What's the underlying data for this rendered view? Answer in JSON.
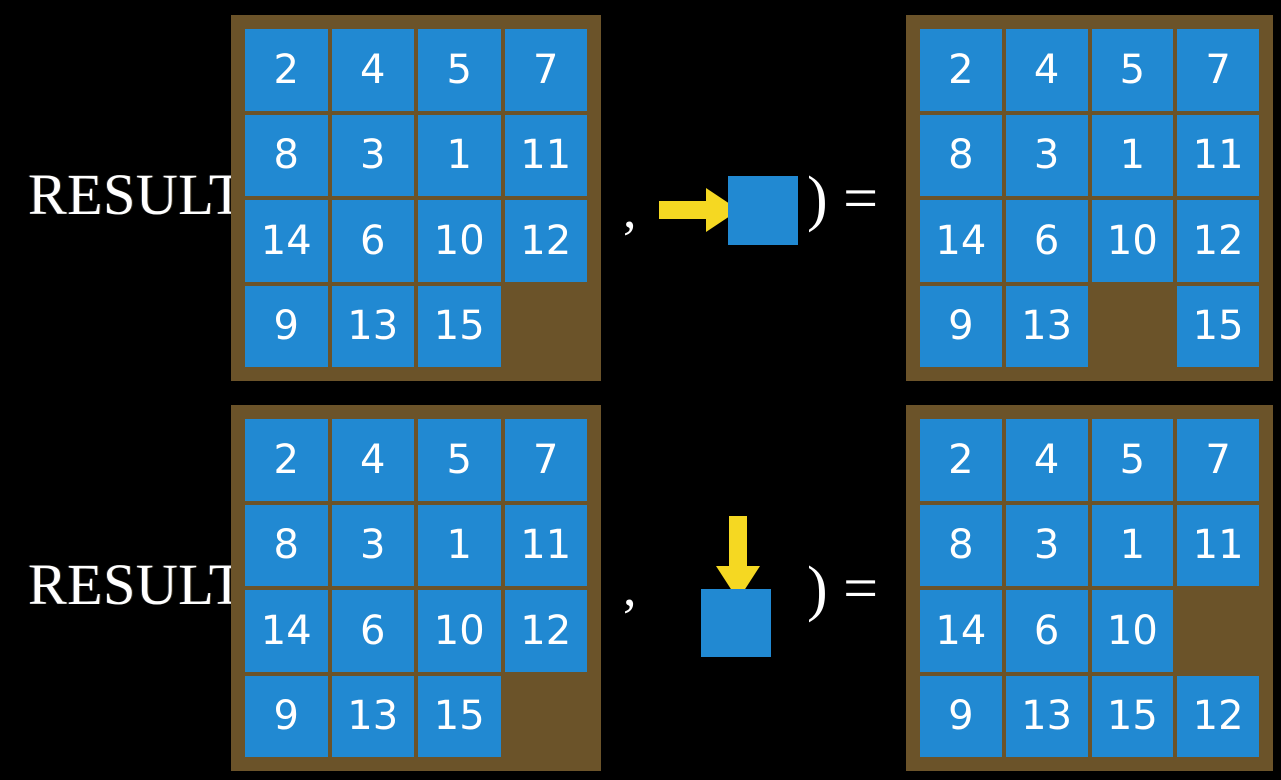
{
  "page": {
    "background_color": "#000000",
    "title_text": "RESULT(",
    "comma": ",",
    "close_paren_equals": ") ="
  },
  "colors": {
    "board_frame": "#6b5329",
    "tile": "#2189d2",
    "tile_text": "#ffffff",
    "arrow": "#f5d822",
    "text": "#ffffff",
    "background": "#000000"
  },
  "rows": [
    {
      "id": "row-1",
      "label": "RESULT(",
      "comma": ",",
      "close": ") =",
      "move": {
        "direction": "right",
        "arrow_icon": "arrow-right-icon",
        "tile_label": ""
      },
      "input_board": {
        "name": "input-board-row-1",
        "rows": 4,
        "cols": 4,
        "cells": [
          [
            "2",
            "4",
            "5",
            "7"
          ],
          [
            "8",
            "3",
            "1",
            "11"
          ],
          [
            "14",
            "6",
            "10",
            "12"
          ],
          [
            "9",
            "13",
            "15",
            ""
          ]
        ]
      },
      "output_board": {
        "name": "output-board-row-1",
        "rows": 4,
        "cols": 4,
        "cells": [
          [
            "2",
            "4",
            "5",
            "7"
          ],
          [
            "8",
            "3",
            "1",
            "11"
          ],
          [
            "14",
            "6",
            "10",
            "12"
          ],
          [
            "9",
            "13",
            "",
            "15"
          ]
        ]
      }
    },
    {
      "id": "row-2",
      "label": "RESULT(",
      "comma": ",",
      "close": ") =",
      "move": {
        "direction": "down",
        "arrow_icon": "arrow-down-icon",
        "tile_label": ""
      },
      "input_board": {
        "name": "input-board-row-2",
        "rows": 4,
        "cols": 4,
        "cells": [
          [
            "2",
            "4",
            "5",
            "7"
          ],
          [
            "8",
            "3",
            "1",
            "11"
          ],
          [
            "14",
            "6",
            "10",
            "12"
          ],
          [
            "9",
            "13",
            "15",
            ""
          ]
        ]
      },
      "output_board": {
        "name": "output-board-row-2",
        "rows": 4,
        "cols": 4,
        "cells": [
          [
            "2",
            "4",
            "5",
            "7"
          ],
          [
            "8",
            "3",
            "1",
            "11"
          ],
          [
            "14",
            "6",
            "10",
            ""
          ],
          [
            "9",
            "13",
            "15",
            "12"
          ]
        ]
      }
    }
  ]
}
